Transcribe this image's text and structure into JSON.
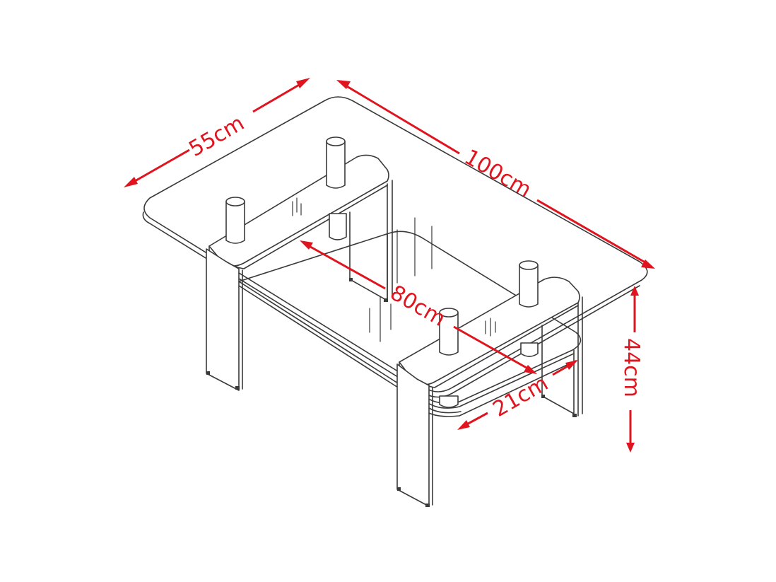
{
  "diagram": {
    "subject": "Glass coffee table with lower shelf",
    "dimension_color": "#e0141e",
    "line_color": "#3a3a3a",
    "dimensions": {
      "depth": "55cm",
      "length": "100cm",
      "inner_length": "80cm",
      "shelf_clearance": "21cm",
      "height": "44cm"
    }
  }
}
